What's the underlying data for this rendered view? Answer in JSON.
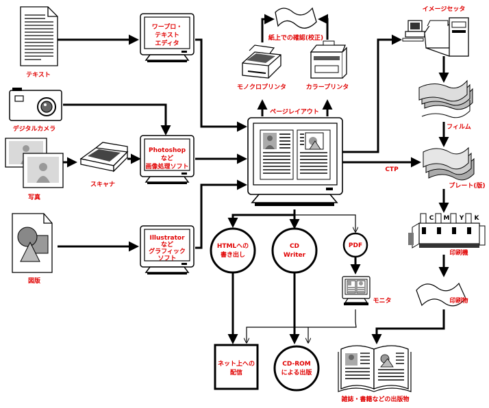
{
  "colors": {
    "label": "#e00000",
    "line": "#000000",
    "paper": "#ffffff",
    "photo": "#d9d9d9"
  },
  "inputs": {
    "text": "テキスト",
    "camera": "デジタルカメラ",
    "photo": "写真",
    "figure": "図版",
    "scanner": "スキャナ"
  },
  "apps": {
    "wordpro": [
      "ワープロ・",
      "テキスト",
      "エディタ"
    ],
    "photoshop": [
      "Photoshop",
      "など",
      "画像処理ソフト"
    ],
    "illustrator": [
      "Illustrator",
      "など",
      "グラフィック",
      "ソフト"
    ]
  },
  "proof": {
    "paper": "紙上での確認(校正)",
    "mono_printer": "モノクロプリンタ",
    "color_printer": "カラープリンタ"
  },
  "layout_label": "ページレイアウト",
  "ctp_label": "CTP",
  "print_chain": {
    "imagesetter": "イメージセッタ",
    "film": "フィルム",
    "plate": "プレート(版)",
    "press": "印刷機",
    "printed": "印刷物",
    "publication": "雑誌・書籍などの出版物",
    "press_units": [
      "C",
      "M",
      "Y",
      "K"
    ]
  },
  "outputs": {
    "html": [
      "HTMLへの",
      "書き出し"
    ],
    "cd_writer": [
      "CD",
      "Writer"
    ],
    "pdf": "PDF",
    "monitor": "モニタ",
    "web": [
      "ネット上への",
      "配信"
    ],
    "cdrom": [
      "CD-ROM",
      "による出版"
    ]
  },
  "icons": [
    "document-icon",
    "camera-icon",
    "photo-icon",
    "scanner-icon",
    "figure-document-icon",
    "monitor-icon",
    "printer-icon",
    "imagesetter-icon",
    "film-icon",
    "plate-icon",
    "press-icon",
    "flyer-icon",
    "magazine-icon"
  ]
}
